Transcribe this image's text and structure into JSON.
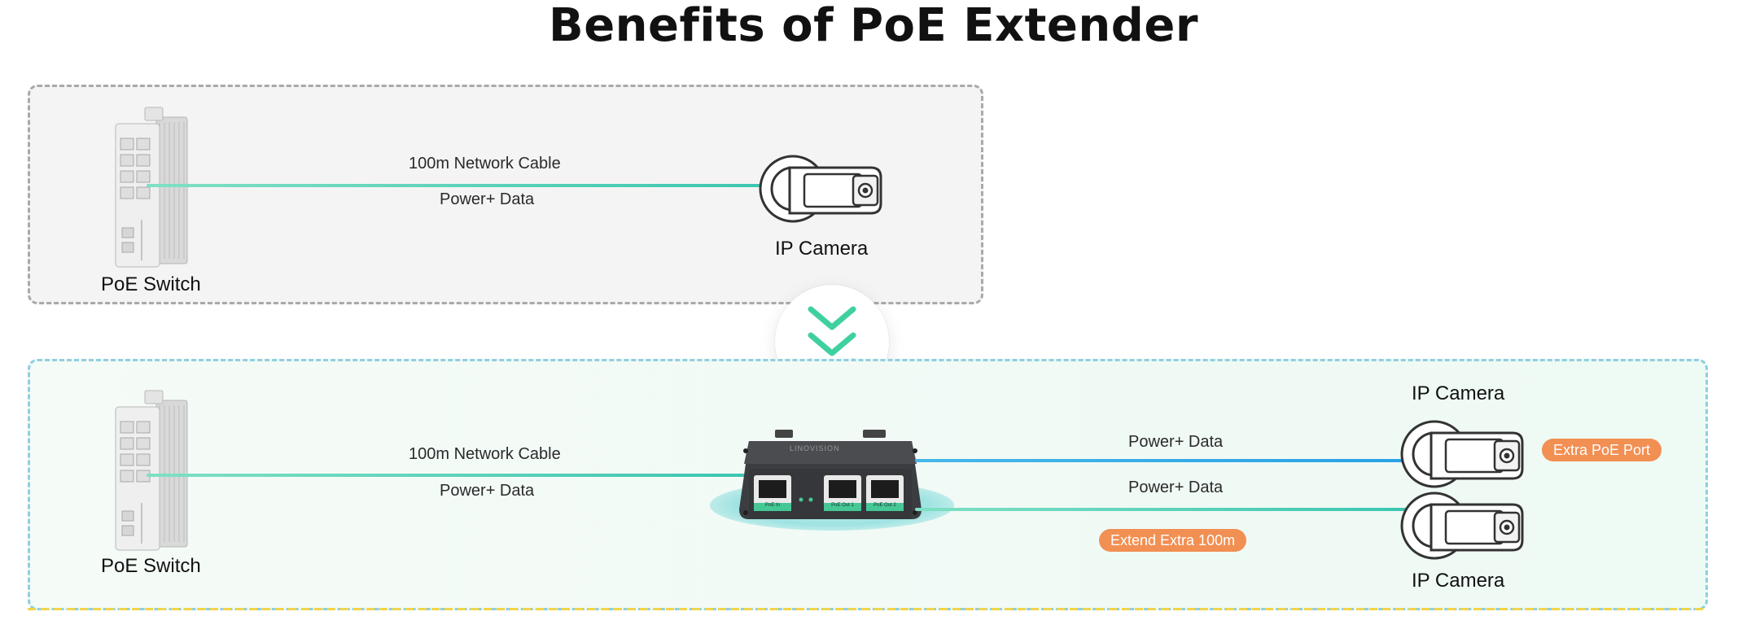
{
  "title": "Benefits of PoE Extender",
  "colors": {
    "cable_green": "#3cc6b0",
    "cable_blue": "#2aa1e6",
    "badge_orange": "#f28f52",
    "arrow_green": "#3fd0a0",
    "top_panel_border": "#a9a9a9",
    "bottom_panel_border": "#8fcfe0"
  },
  "top_panel": {
    "switch_label": "PoE Switch",
    "cable_label": "100m Network Cable",
    "power_label": "Power+ Data",
    "camera_label": "IP Camera"
  },
  "transition": {
    "icon": "triple-chevron-down-icon"
  },
  "bottom_panel": {
    "switch_label": "PoE Switch",
    "cable_label": "100m Network Cable",
    "power_label": "Power+ Data",
    "extender_brand": "LINOVISION",
    "extender_port_labels": [
      "PoE In",
      "PoE Out 1",
      "PoE Out 2"
    ],
    "upper_link": {
      "power_label": "Power+ Data",
      "camera_label": "IP Camera",
      "badge": "Extra PoE Port"
    },
    "lower_link": {
      "power_label": "Power+ Data",
      "camera_label": "IP Camera",
      "badge": "Extend Extra 100m"
    }
  }
}
